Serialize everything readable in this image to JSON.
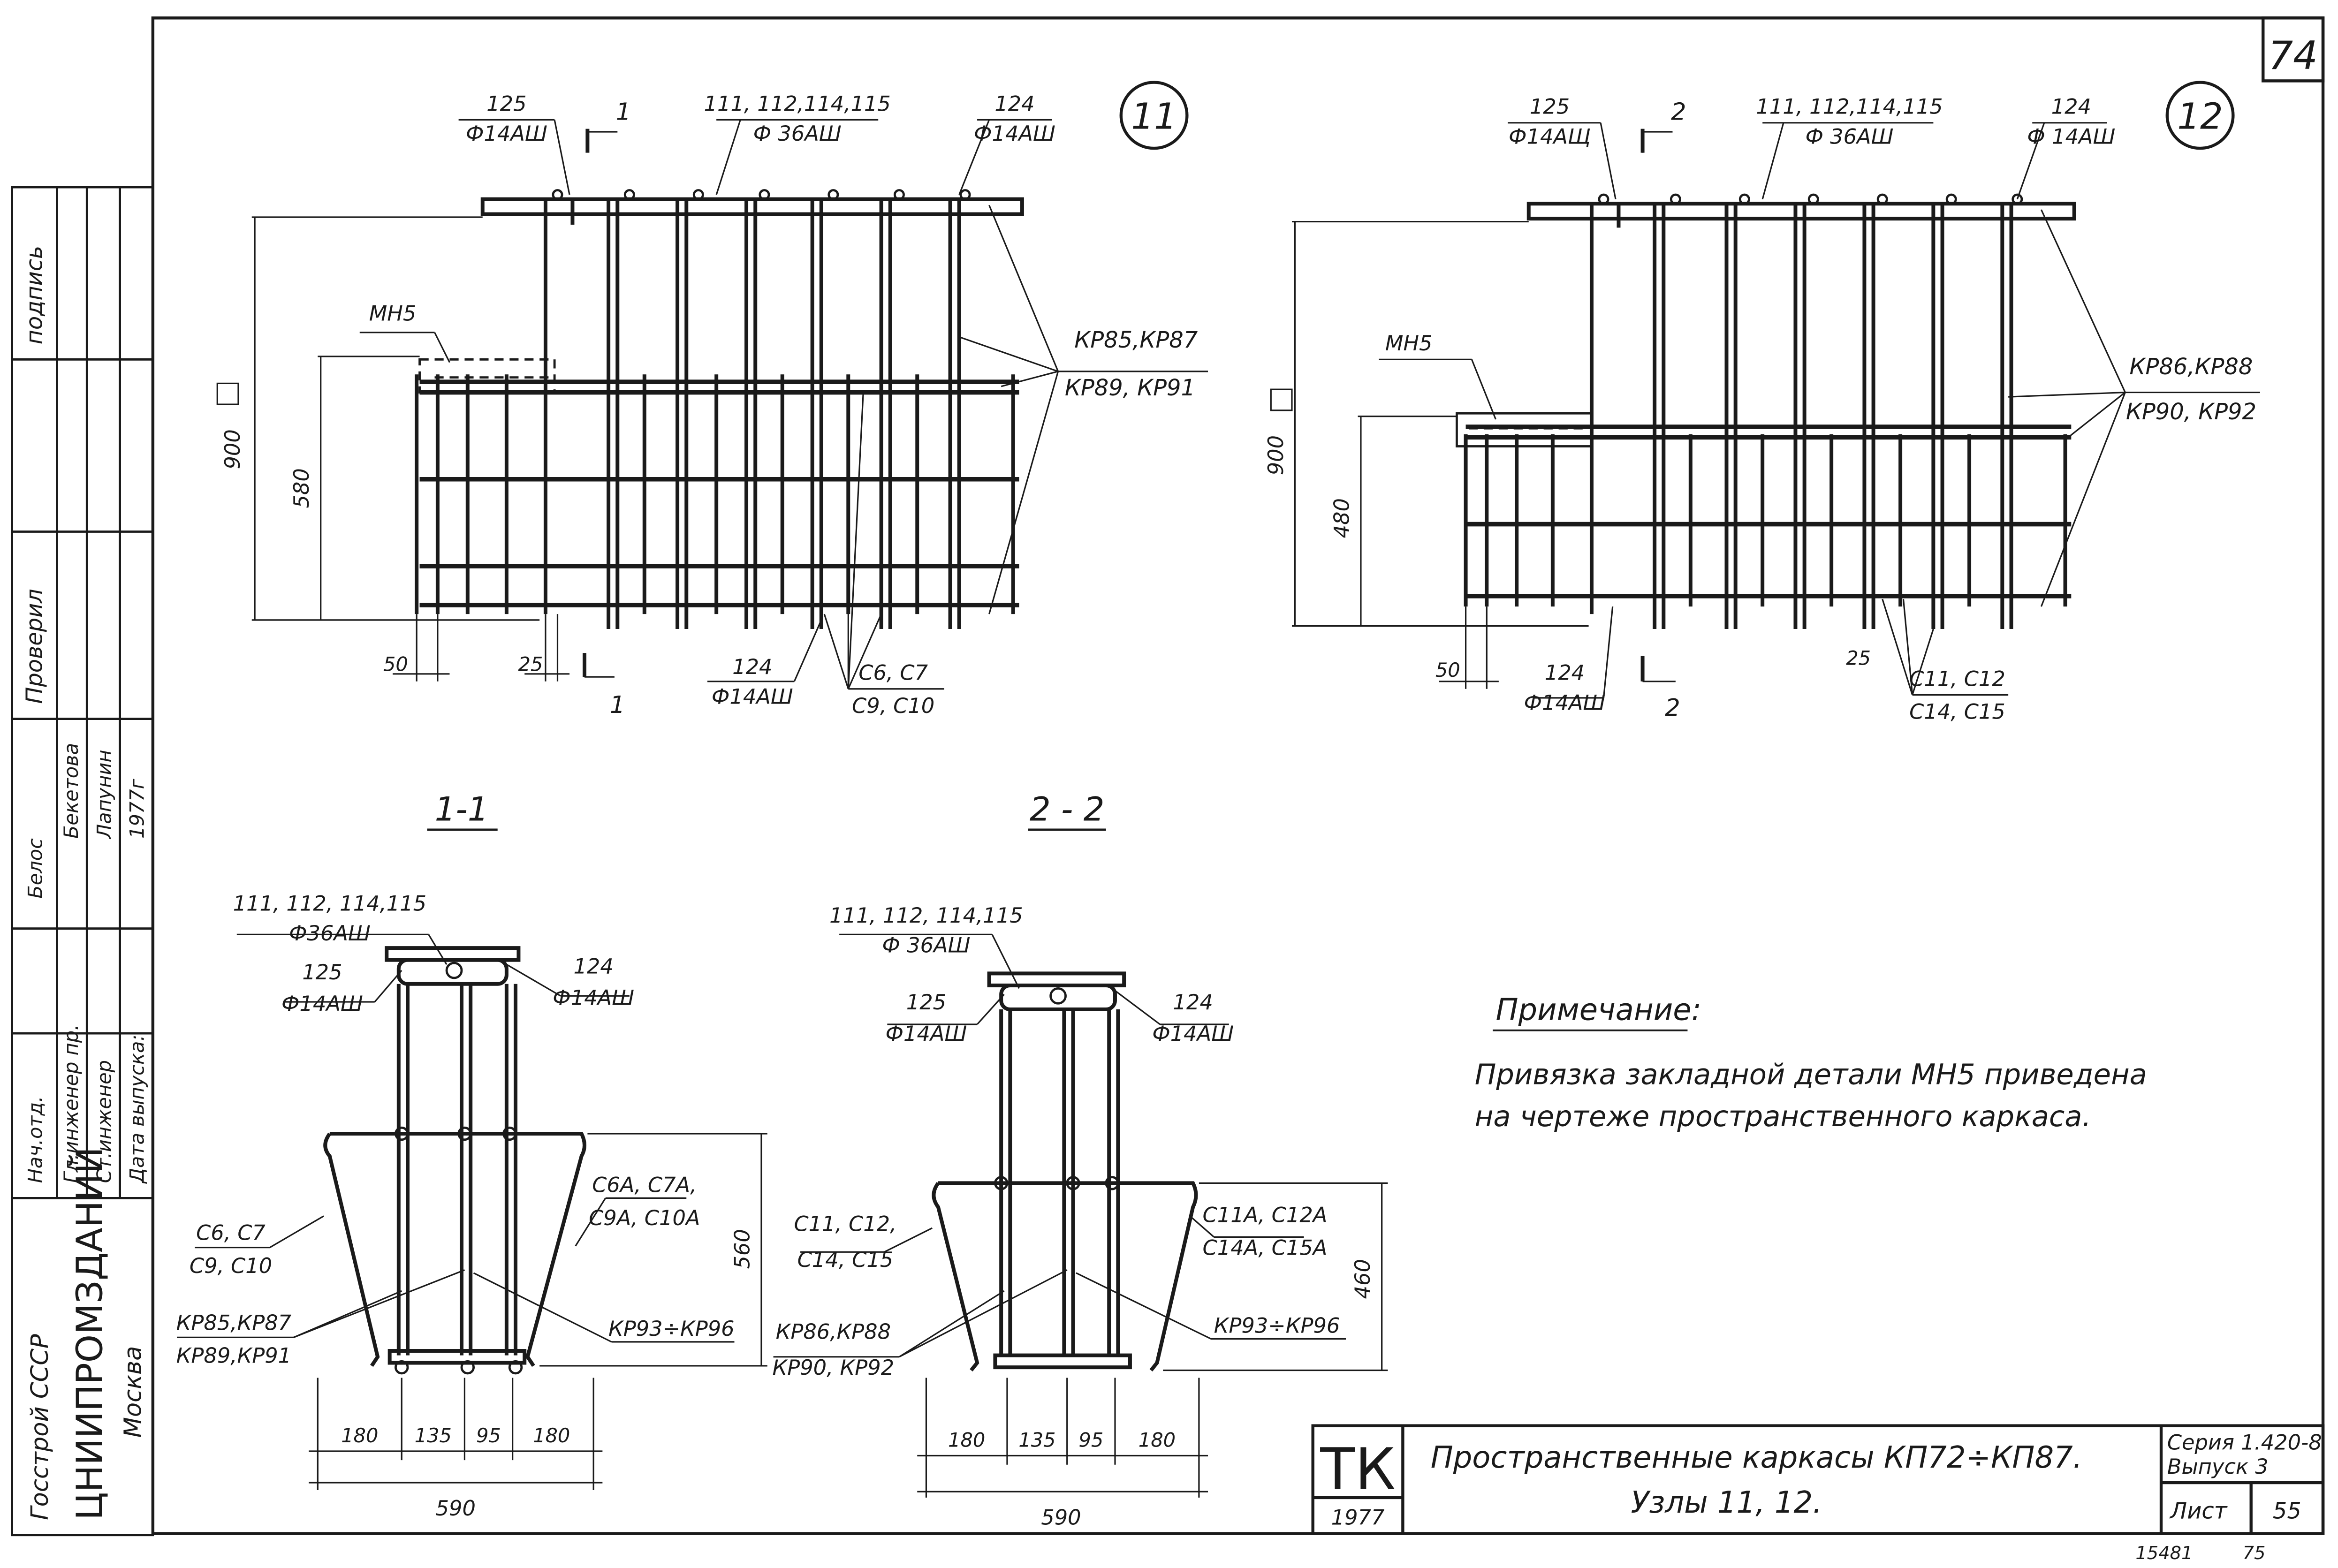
{
  "page_number": "74",
  "bottom_numbers": {
    "left": "15481",
    "right": "75"
  },
  "node11": {
    "circle_label": "11",
    "labels": {
      "top_left_num": "125",
      "top_left_bar": "Ф14АШ",
      "top_center_num": "111, 112,114,115",
      "top_center_bar": "Ф 36АШ",
      "top_right_num": "124",
      "top_right_bar": "Ф14АШ",
      "section_top": "1",
      "section_bottom": "1",
      "mh": "МН5",
      "kr_top": "КР85,КР87",
      "kr_bottom": "КР89, КР91",
      "dim_900": "900",
      "dim_580": "580",
      "dim_50": "50",
      "dim_25": "25",
      "bot_num": "124",
      "bot_bar": "Ф14АШ",
      "c_top": "С6, С7",
      "c_bottom": "С9, С10"
    }
  },
  "node12": {
    "circle_label": "12",
    "labels": {
      "top_left_num": "125",
      "top_left_bar": "Ф14АЩ",
      "top_center_num": "111, 112,114,115",
      "top_center_bar": "Ф 36АШ",
      "top_right_num": "124",
      "top_right_bar": "Ф 14АШ",
      "section_top": "2",
      "section_bottom": "2",
      "mh": "МН5",
      "kr_top": "КР86,КР88",
      "kr_bottom": "КР90, КР92",
      "dim_900": "900",
      "dim_480": "480",
      "dim_50": "50",
      "dim_25": "25",
      "bot_num": "124",
      "bot_bar": "Ф14АШ",
      "c_top": "С11, С12",
      "c_bottom": "С14, С15"
    }
  },
  "section11": {
    "title": "1-1",
    "labels": {
      "top_num": "111, 112, 114,115",
      "top_bar": "Ф36АШ",
      "left_num": "125",
      "left_bar": "Ф14АШ",
      "right_num": "124",
      "right_bar": "Ф14АШ",
      "c_left_top": "С6, С7",
      "c_left_bottom": "С9, С10",
      "c_right_top": "С6А, С7А,",
      "c_right_bottom": "С9А, С10А",
      "kr_left_top": "КР85,КР87",
      "kr_left_bottom": "КР89,КР91",
      "kr_right": "КР93÷КР96",
      "dim_560": "560",
      "d1": "180",
      "d2": "135",
      "d3": "95",
      "d4": "180",
      "total": "590"
    }
  },
  "section22": {
    "title": "2 - 2",
    "labels": {
      "top_num": "111, 112, 114,115",
      "top_bar": "Ф 36АШ",
      "left_num": "125",
      "left_bar": "Ф14АШ",
      "right_num": "124",
      "right_bar": "Ф14АШ",
      "c_left_top": "С11, С12,",
      "c_left_bottom": "С14, С15",
      "c_right_top": "С11А, С12А",
      "c_right_bottom": "С14А, С15А",
      "kr_left_top": "КР86,КР88",
      "kr_left_bottom": "КР90, КР92",
      "kr_right": "КР93÷КР96",
      "dim_460": "460",
      "d1": "180",
      "d2": "135",
      "d3": "95",
      "d4": "180",
      "total": "590"
    }
  },
  "note": {
    "heading": "Примечание:",
    "line1": "Привязка закладной детали МН5 приведена",
    "line2": "на чертеже пространственного каркаса."
  },
  "side_stamp": {
    "org_line1": "Госстрой СССР",
    "org_line2": "ЦНИИПРОМЗДАНИЙ",
    "org_line3": "Москва",
    "row1_role": "Нач.отд.",
    "row1_name": "Белос",
    "row2_role": "Гл.инженер пр.",
    "row2_name": "Бекетова",
    "row3_role": "Ст.инженер",
    "row3_name": "Лапунин",
    "row4_role": "Дата выпуска:",
    "row4_name": "1977г",
    "top_text1": "Проверил",
    "top_text2": "подпись"
  },
  "title_block": {
    "logo": "ТК",
    "year": "1977",
    "title_line1": "Пространственные каркасы КП72÷КП87.",
    "title_line2": "Узлы 11, 12.",
    "series_line1": "Серия 1.420-8",
    "series_line2": "Выпуск 3",
    "sheet_label": "Лист",
    "sheet_number": "55"
  }
}
